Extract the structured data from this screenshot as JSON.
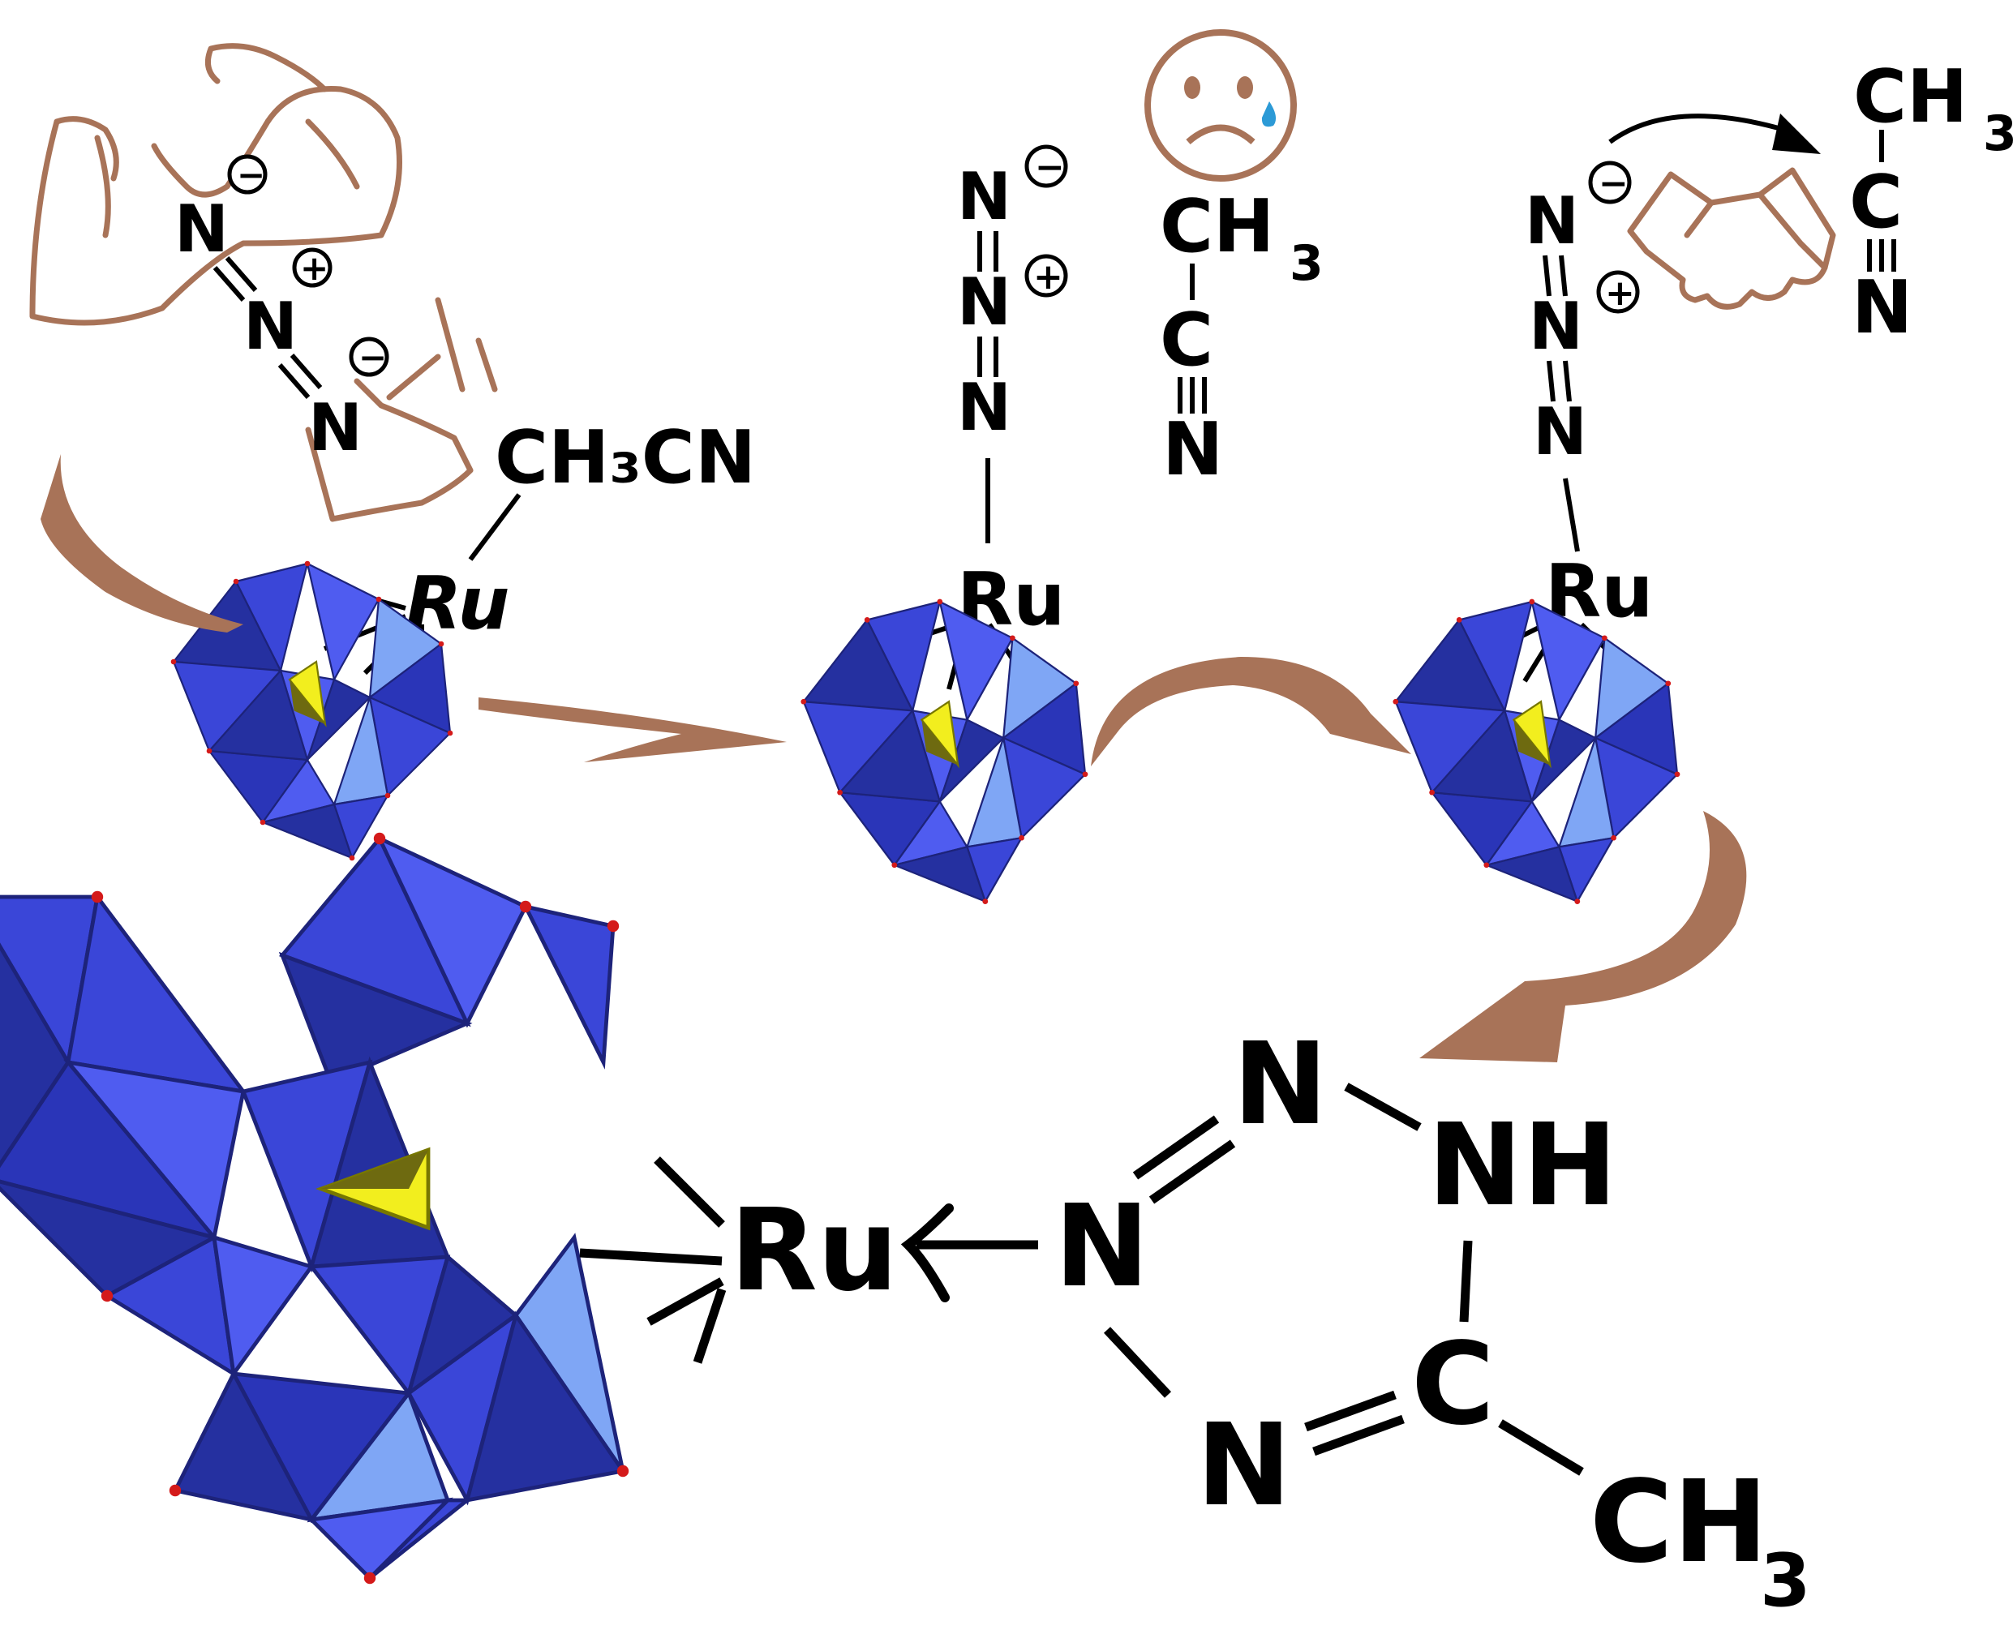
{
  "labels": {
    "ch3cn": "CH₃CN",
    "ru": "Ru",
    "n": "N",
    "nh": "NH",
    "c": "C",
    "ch": "CH",
    "sub3": "3",
    "minus": "−",
    "plus": "+"
  },
  "icons": [
    "flexed-arm-icon",
    "shoe-kick-icon",
    "sad-face-icon",
    "handshake-icon"
  ],
  "colors": {
    "arrow": "#a87358",
    "polyhedra": "#3a46d8",
    "heteroatom": "#f2ee1e",
    "node": "#d41a1a"
  }
}
